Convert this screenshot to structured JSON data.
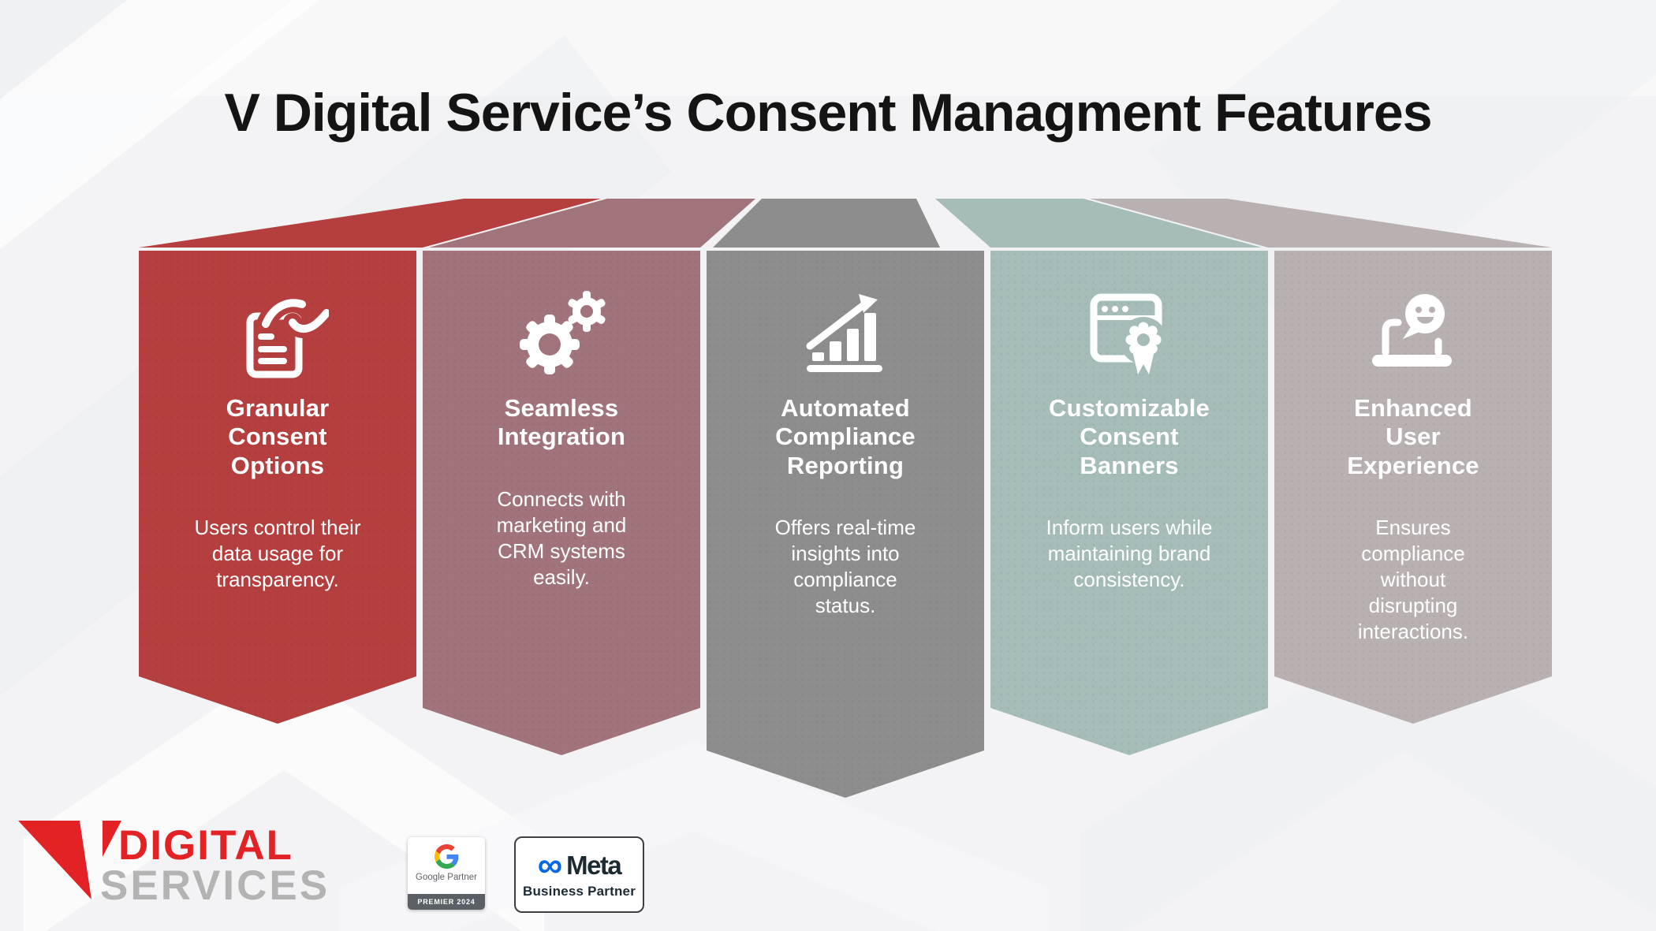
{
  "page": {
    "title": "V Digital Service’s Consent Managment Features",
    "background": "#f3f3f5"
  },
  "cards": [
    {
      "name": "granular-consent-options",
      "color": "#b53e3e",
      "icon": "document-hand-icon",
      "title_lines": [
        "Granular",
        "Consent",
        "Options"
      ],
      "body_lines": [
        "Users control their",
        "data usage for",
        "transparency."
      ]
    },
    {
      "name": "seamless-integration",
      "color": "#a1737a",
      "icon": "gears-icon",
      "title_lines": [
        "Seamless",
        "Integration"
      ],
      "body_lines": [
        "Connects with",
        "marketing and",
        "CRM systems",
        "easily."
      ]
    },
    {
      "name": "automated-compliance-reporting",
      "color": "#8d8d8d",
      "icon": "bar-chart-growth-icon",
      "title_lines": [
        "Automated",
        "Compliance",
        "Reporting"
      ],
      "body_lines": [
        "Offers real-time",
        "insights into",
        "compliance",
        "status."
      ]
    },
    {
      "name": "customizable-consent-banners",
      "color": "#a5bcb9",
      "icon": "browser-badge-icon",
      "title_lines": [
        "Customizable",
        "Consent",
        "Banners"
      ],
      "body_lines": [
        "Inform users while",
        "maintaining brand",
        "consistency."
      ]
    },
    {
      "name": "enhanced-user-experience",
      "color": "#b9b1b1",
      "icon": "laptop-chat-icon",
      "title_lines": [
        "Enhanced",
        "User",
        "Experience"
      ],
      "body_lines": [
        "Ensures",
        "compliance",
        "without",
        "disrupting",
        "interactions."
      ]
    }
  ],
  "footer": {
    "logo": {
      "word_top": "DIGITAL",
      "word_bottom": "SERVICES",
      "red": "#e32226",
      "gray": "#b3b3b3"
    },
    "google_badge": {
      "label": "Google Partner",
      "band_text": "PREMIER 2024",
      "band_color": "#5b6066",
      "g_red": "#EA4335",
      "g_blue": "#4285F4",
      "g_yellow": "#FBBC05",
      "g_green": "#34A853"
    },
    "meta_badge": {
      "logo_glyph": "∞",
      "brand": "Meta",
      "label": "Business Partner",
      "blue": "#0668E1"
    }
  }
}
